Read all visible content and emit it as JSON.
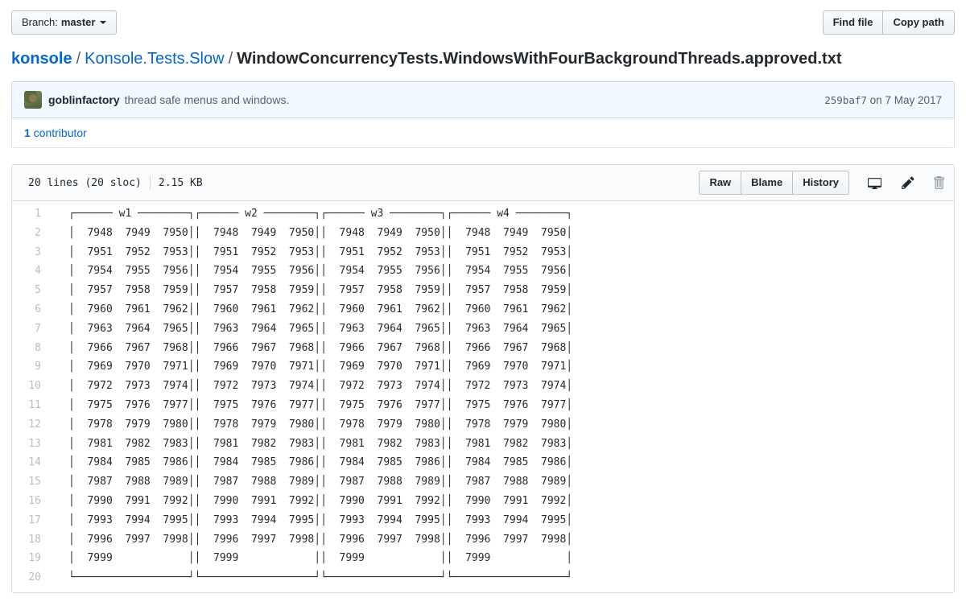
{
  "toolbar": {
    "branch_label": "Branch:",
    "branch_name": "master",
    "find_file_label": "Find file",
    "copy_path_label": "Copy path"
  },
  "breadcrumb": {
    "repo": "konsole",
    "separator": "/",
    "dir": "Konsole.Tests.Slow",
    "file": "WindowConcurrencyTests.WindowsWithFourBackgroundThreads.approved.txt"
  },
  "commit": {
    "author": "goblinfactory",
    "message": "thread safe menus and windows.",
    "sha": "259baf7",
    "date_text": " on 7 May 2017",
    "contributors_count": "1",
    "contributors_label": " contributor"
  },
  "file": {
    "meta_lines": "20 lines (20 sloc)",
    "meta_size": "2.15 KB",
    "raw_label": "Raw",
    "blame_label": "Blame",
    "history_label": "History",
    "action_icons": [
      "device-desktop-icon",
      "pencil-icon",
      "trashcan-icon"
    ]
  },
  "colors": {
    "link_blue": "#0366d6",
    "text_dark": "#24292e",
    "text_gray": "#586069",
    "commit_box_bg": "#f1f8ff",
    "commit_box_border": "#c6d9ec",
    "file_header_bg": "#fafbfc",
    "box_border": "#d4d8dc",
    "line_number_gray": "#c6cbd1"
  },
  "code": {
    "lines": [
      "┌────── w1 ────────┐┌────── w2 ────────┐┌────── w3 ────────┐┌────── w4 ────────┐",
      "│  7948  7949  7950││  7948  7949  7950││  7948  7949  7950││  7948  7949  7950│",
      "│  7951  7952  7953││  7951  7952  7953││  7951  7952  7953││  7951  7952  7953│",
      "│  7954  7955  7956││  7954  7955  7956││  7954  7955  7956││  7954  7955  7956│",
      "│  7957  7958  7959││  7957  7958  7959││  7957  7958  7959││  7957  7958  7959│",
      "│  7960  7961  7962││  7960  7961  7962││  7960  7961  7962││  7960  7961  7962│",
      "│  7963  7964  7965││  7963  7964  7965││  7963  7964  7965││  7963  7964  7965│",
      "│  7966  7967  7968││  7966  7967  7968││  7966  7967  7968││  7966  7967  7968│",
      "│  7969  7970  7971││  7969  7970  7971││  7969  7970  7971││  7969  7970  7971│",
      "│  7972  7973  7974││  7972  7973  7974││  7972  7973  7974││  7972  7973  7974│",
      "│  7975  7976  7977││  7975  7976  7977││  7975  7976  7977││  7975  7976  7977│",
      "│  7978  7979  7980││  7978  7979  7980││  7978  7979  7980││  7978  7979  7980│",
      "│  7981  7982  7983││  7981  7982  7983││  7981  7982  7983││  7981  7982  7983│",
      "│  7984  7985  7986││  7984  7985  7986││  7984  7985  7986││  7984  7985  7986│",
      "│  7987  7988  7989││  7987  7988  7989││  7987  7988  7989││  7987  7988  7989│",
      "│  7990  7991  7992││  7990  7991  7992││  7990  7991  7992││  7990  7991  7992│",
      "│  7993  7994  7995││  7993  7994  7995││  7993  7994  7995││  7993  7994  7995│",
      "│  7996  7997  7998││  7996  7997  7998││  7996  7997  7998││  7996  7997  7998│",
      "│  7999            ││  7999            ││  7999            ││  7999            │",
      "└──────────────────┘└──────────────────┘└──────────────────┘└──────────────────┘"
    ]
  }
}
